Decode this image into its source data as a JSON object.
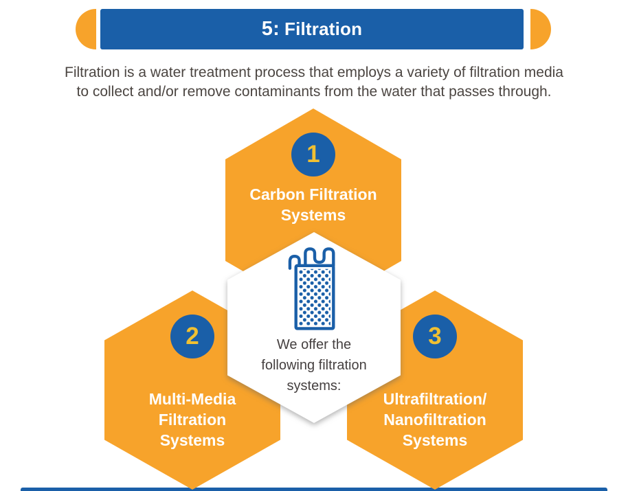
{
  "header": {
    "title_number": "5:",
    "title_text": "Filtration"
  },
  "intro": {
    "line1": "Filtration is a water treatment process that employs a variety of filtration media",
    "line2": "to collect and/or remove contaminants from the water that passes through."
  },
  "hexagons": [
    {
      "number": "1",
      "label_lines": [
        "Carbon Filtration",
        "Systems"
      ]
    },
    {
      "number": "2",
      "label_lines": [
        "Multi-Media",
        "Filtration",
        "Systems"
      ]
    },
    {
      "number": "3",
      "label_lines": [
        "Ultrafiltration/",
        "Nanofiltration",
        "Systems"
      ]
    }
  ],
  "center": {
    "icon": "filter-cartridge-icon",
    "lines": [
      "We offer the",
      "following filtration",
      "systems:"
    ]
  },
  "colors": {
    "blue": "#1a5fa8",
    "orange": "#f7a32b",
    "gold": "#f0c032",
    "text_dark": "#4b4541",
    "white": "#ffffff"
  }
}
